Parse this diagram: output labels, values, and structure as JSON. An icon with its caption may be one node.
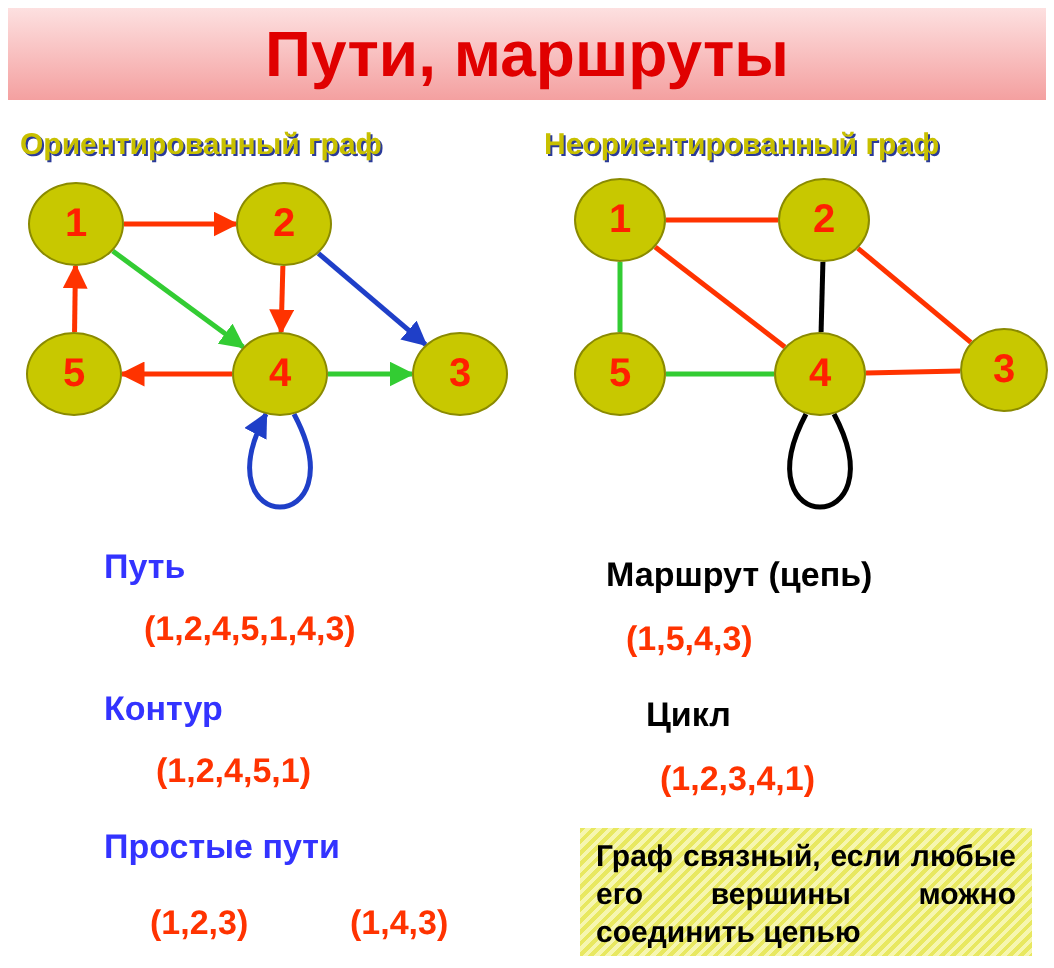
{
  "diagram": {
    "title": "Пути, маршруты",
    "nodes": [
      {
        "text": [
          "1"
        ]
      },
      {
        "text": [
          "2"
        ]
      },
      {
        "text": [
          "3"
        ]
      },
      {
        "text": [
          "4"
        ]
      },
      {
        "text": [
          "5"
        ]
      },
      {
        "text": [
          "1"
        ]
      },
      {
        "text": [
          "2"
        ]
      },
      {
        "text": [
          "3"
        ]
      },
      {
        "text": [
          "4"
        ]
      },
      {
        "text": [
          "5"
        ]
      },
      {
        "text": [
          "Граф **связный,** если любые его вершины можно соединить цепью"
        ]
      }
    ],
    "edges": [
      {
        "from": 0,
        "to": 1,
        "arrow": "to"
      },
      {
        "from": 1,
        "to": 3,
        "arrow": "to"
      },
      {
        "from": 1,
        "to": 2,
        "arrow": "to",
        "color": "#1f3fc8"
      },
      {
        "from": 0,
        "to": 3,
        "arrow": "to",
        "color": "#33cc33"
      },
      {
        "from": 3,
        "to": 2,
        "arrow": "to",
        "color": "#33cc33"
      },
      {
        "from": 3,
        "to": 4,
        "arrow": "to"
      },
      {
        "from": 4,
        "to": 0,
        "arrow": "to"
      },
      {
        "from": 3,
        "to": 3,
        "arrow": "to",
        "color": "#1f3fc8"
      },
      {
        "from": 5,
        "to": 6,
        "arrow": "none"
      },
      {
        "from": 5,
        "to": 8,
        "arrow": "none"
      },
      {
        "from": 5,
        "to": 9,
        "arrow": "none",
        "color": "#33cc33"
      },
      {
        "from": 6,
        "to": 8,
        "arrow": "none",
        "color": "#000000"
      },
      {
        "from": 6,
        "to": 7,
        "arrow": "none"
      },
      {
        "from": 8,
        "to": 7,
        "arrow": "none"
      },
      {
        "from": 9,
        "to": 8,
        "arrow": "none",
        "color": "#33cc33"
      },
      {
        "from": 8,
        "to": 8,
        "arrow": "none",
        "color": "#000000"
      }
    ],
    "labels": [
      "Ориентированный граф",
      "Неориентированный граф",
      "Путь",
      "Маршрут (цепь)",
      "(1,2,4,5,1,4,3)",
      "(1,5,4,3)",
      "Контур",
      "Цикл",
      "(1,2,4,5,1)",
      "(1,2,3,4,1)",
      "Простые пути",
      "(1,2,3)",
      "(1,4,3)"
    ]
  }
}
